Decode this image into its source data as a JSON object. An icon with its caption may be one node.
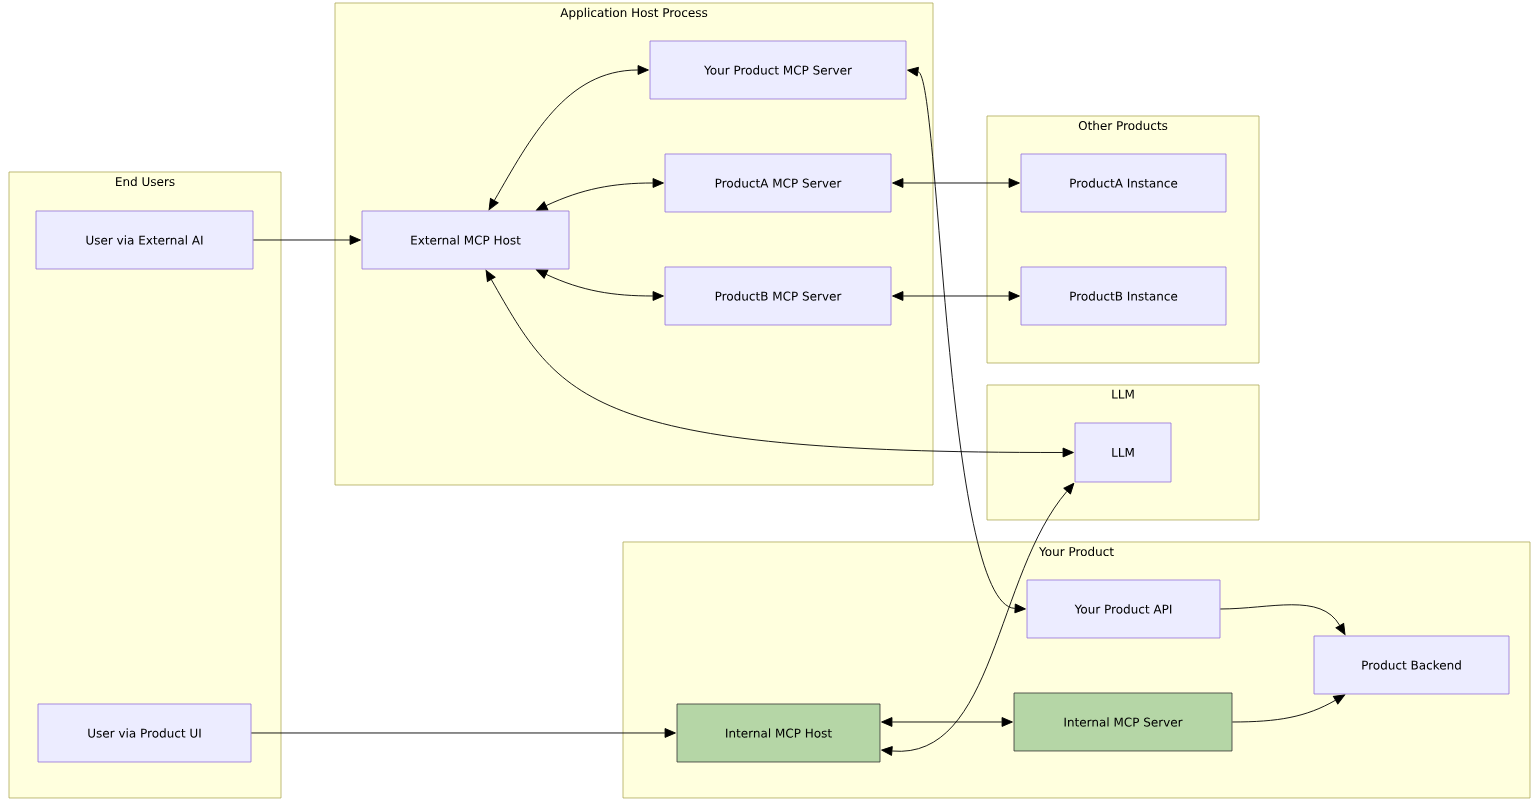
{
  "diagram": {
    "nodes": [
      {
        "text": [
          "Application Host Process"
        ]
      },
      {
        "text": [
          "Your Product MCP Server"
        ],
        "in": 0
      },
      {
        "text": [
          "ProductA MCP Server"
        ],
        "in": 0
      },
      {
        "text": [
          "External MCP Host"
        ],
        "in": 0
      },
      {
        "text": [
          "ProductB MCP Server"
        ],
        "in": 0
      },
      {
        "text": [
          "Other Products"
        ]
      },
      {
        "text": [
          "ProductA Instance"
        ],
        "in": 5
      },
      {
        "text": [
          "ProductB Instance"
        ],
        "in": 5
      },
      {
        "text": [
          "End Users"
        ]
      },
      {
        "text": [
          "User via External AI"
        ],
        "in": 8
      },
      {
        "text": [
          "User via Product UI"
        ],
        "in": 8
      },
      {
        "text": [
          "LLM"
        ]
      },
      {
        "text": [
          "LLM"
        ],
        "in": 11
      },
      {
        "text": [
          "Your Product"
        ]
      },
      {
        "text": [
          "Your Product API"
        ],
        "in": 13
      },
      {
        "text": [
          "Product Backend"
        ],
        "in": 13
      },
      {
        "text": [
          "Internal MCP Host"
        ],
        "in": 13
      },
      {
        "text": [
          "Internal MCP Server"
        ],
        "in": 13
      }
    ],
    "edges": [
      {
        "from": 9,
        "to": 3,
        "arrow": "to"
      },
      {
        "from": 3,
        "to": 1,
        "arrow": "both"
      },
      {
        "from": 3,
        "to": 2,
        "arrow": "both"
      },
      {
        "from": 3,
        "to": 4,
        "arrow": "both"
      },
      {
        "from": 2,
        "to": 6,
        "arrow": "both"
      },
      {
        "from": 4,
        "to": 7,
        "arrow": "both"
      },
      {
        "from": 3,
        "to": 12,
        "arrow": "both"
      },
      {
        "from": 1,
        "to": 14,
        "arrow": "both"
      },
      {
        "from": 14,
        "to": 15,
        "arrow": "to"
      },
      {
        "from": 17,
        "to": 15,
        "arrow": "to"
      },
      {
        "from": 16,
        "to": 17,
        "arrow": "both"
      },
      {
        "from": 10,
        "to": 16,
        "arrow": "to"
      },
      {
        "from": 16,
        "to": 12,
        "arrow": "both"
      }
    ]
  }
}
